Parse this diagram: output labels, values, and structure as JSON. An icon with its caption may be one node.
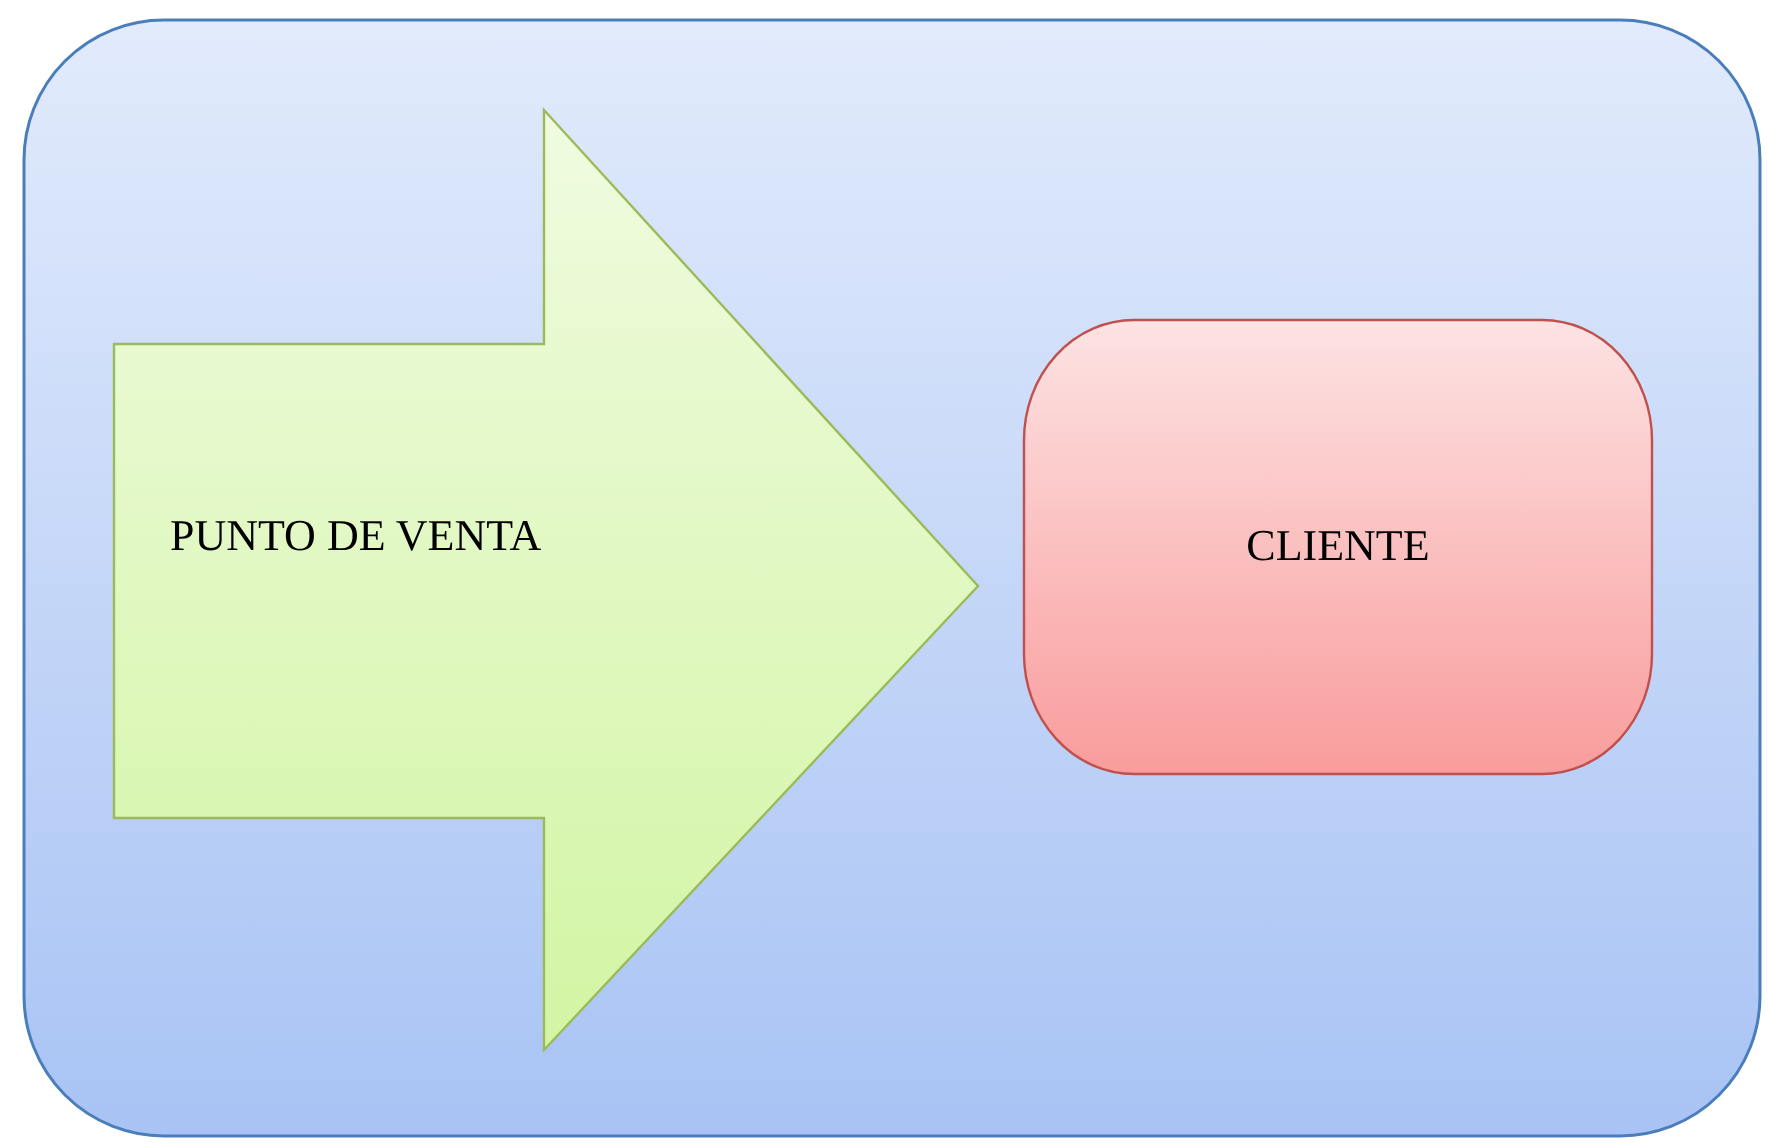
{
  "diagram": {
    "nodes": [
      {
        "text": [],
        "shape": "box"
      },
      {
        "text": [
          "PUNTO DE VENTA"
        ],
        "in": 0
      },
      {
        "text": [
          "CLIENTE"
        ],
        "in": 0
      }
    ]
  }
}
